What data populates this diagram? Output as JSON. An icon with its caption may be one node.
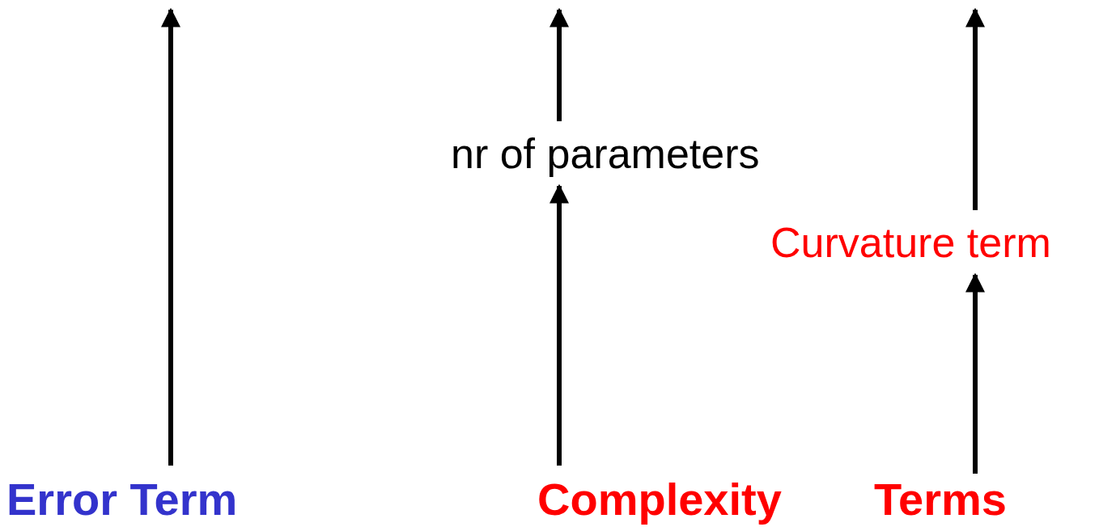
{
  "diagram": {
    "nodes": [
      {
        "text": [
          "nr of parameters"
        ]
      },
      {
        "text": [
          "Curvature term"
        ]
      },
      {
        "text": [
          "Error Term"
        ]
      },
      {
        "text": [
          "Complexity"
        ]
      },
      {
        "text": [
          "Terms"
        ]
      }
    ],
    "edges": [
      {
        "from": 2,
        "to": null,
        "arrow": "to"
      },
      {
        "from": 3,
        "to": 0,
        "arrow": "to"
      },
      {
        "from": 0,
        "to": null,
        "arrow": "to"
      },
      {
        "from": 4,
        "to": 1,
        "arrow": "to"
      },
      {
        "from": 1,
        "to": null,
        "arrow": "to"
      }
    ]
  }
}
